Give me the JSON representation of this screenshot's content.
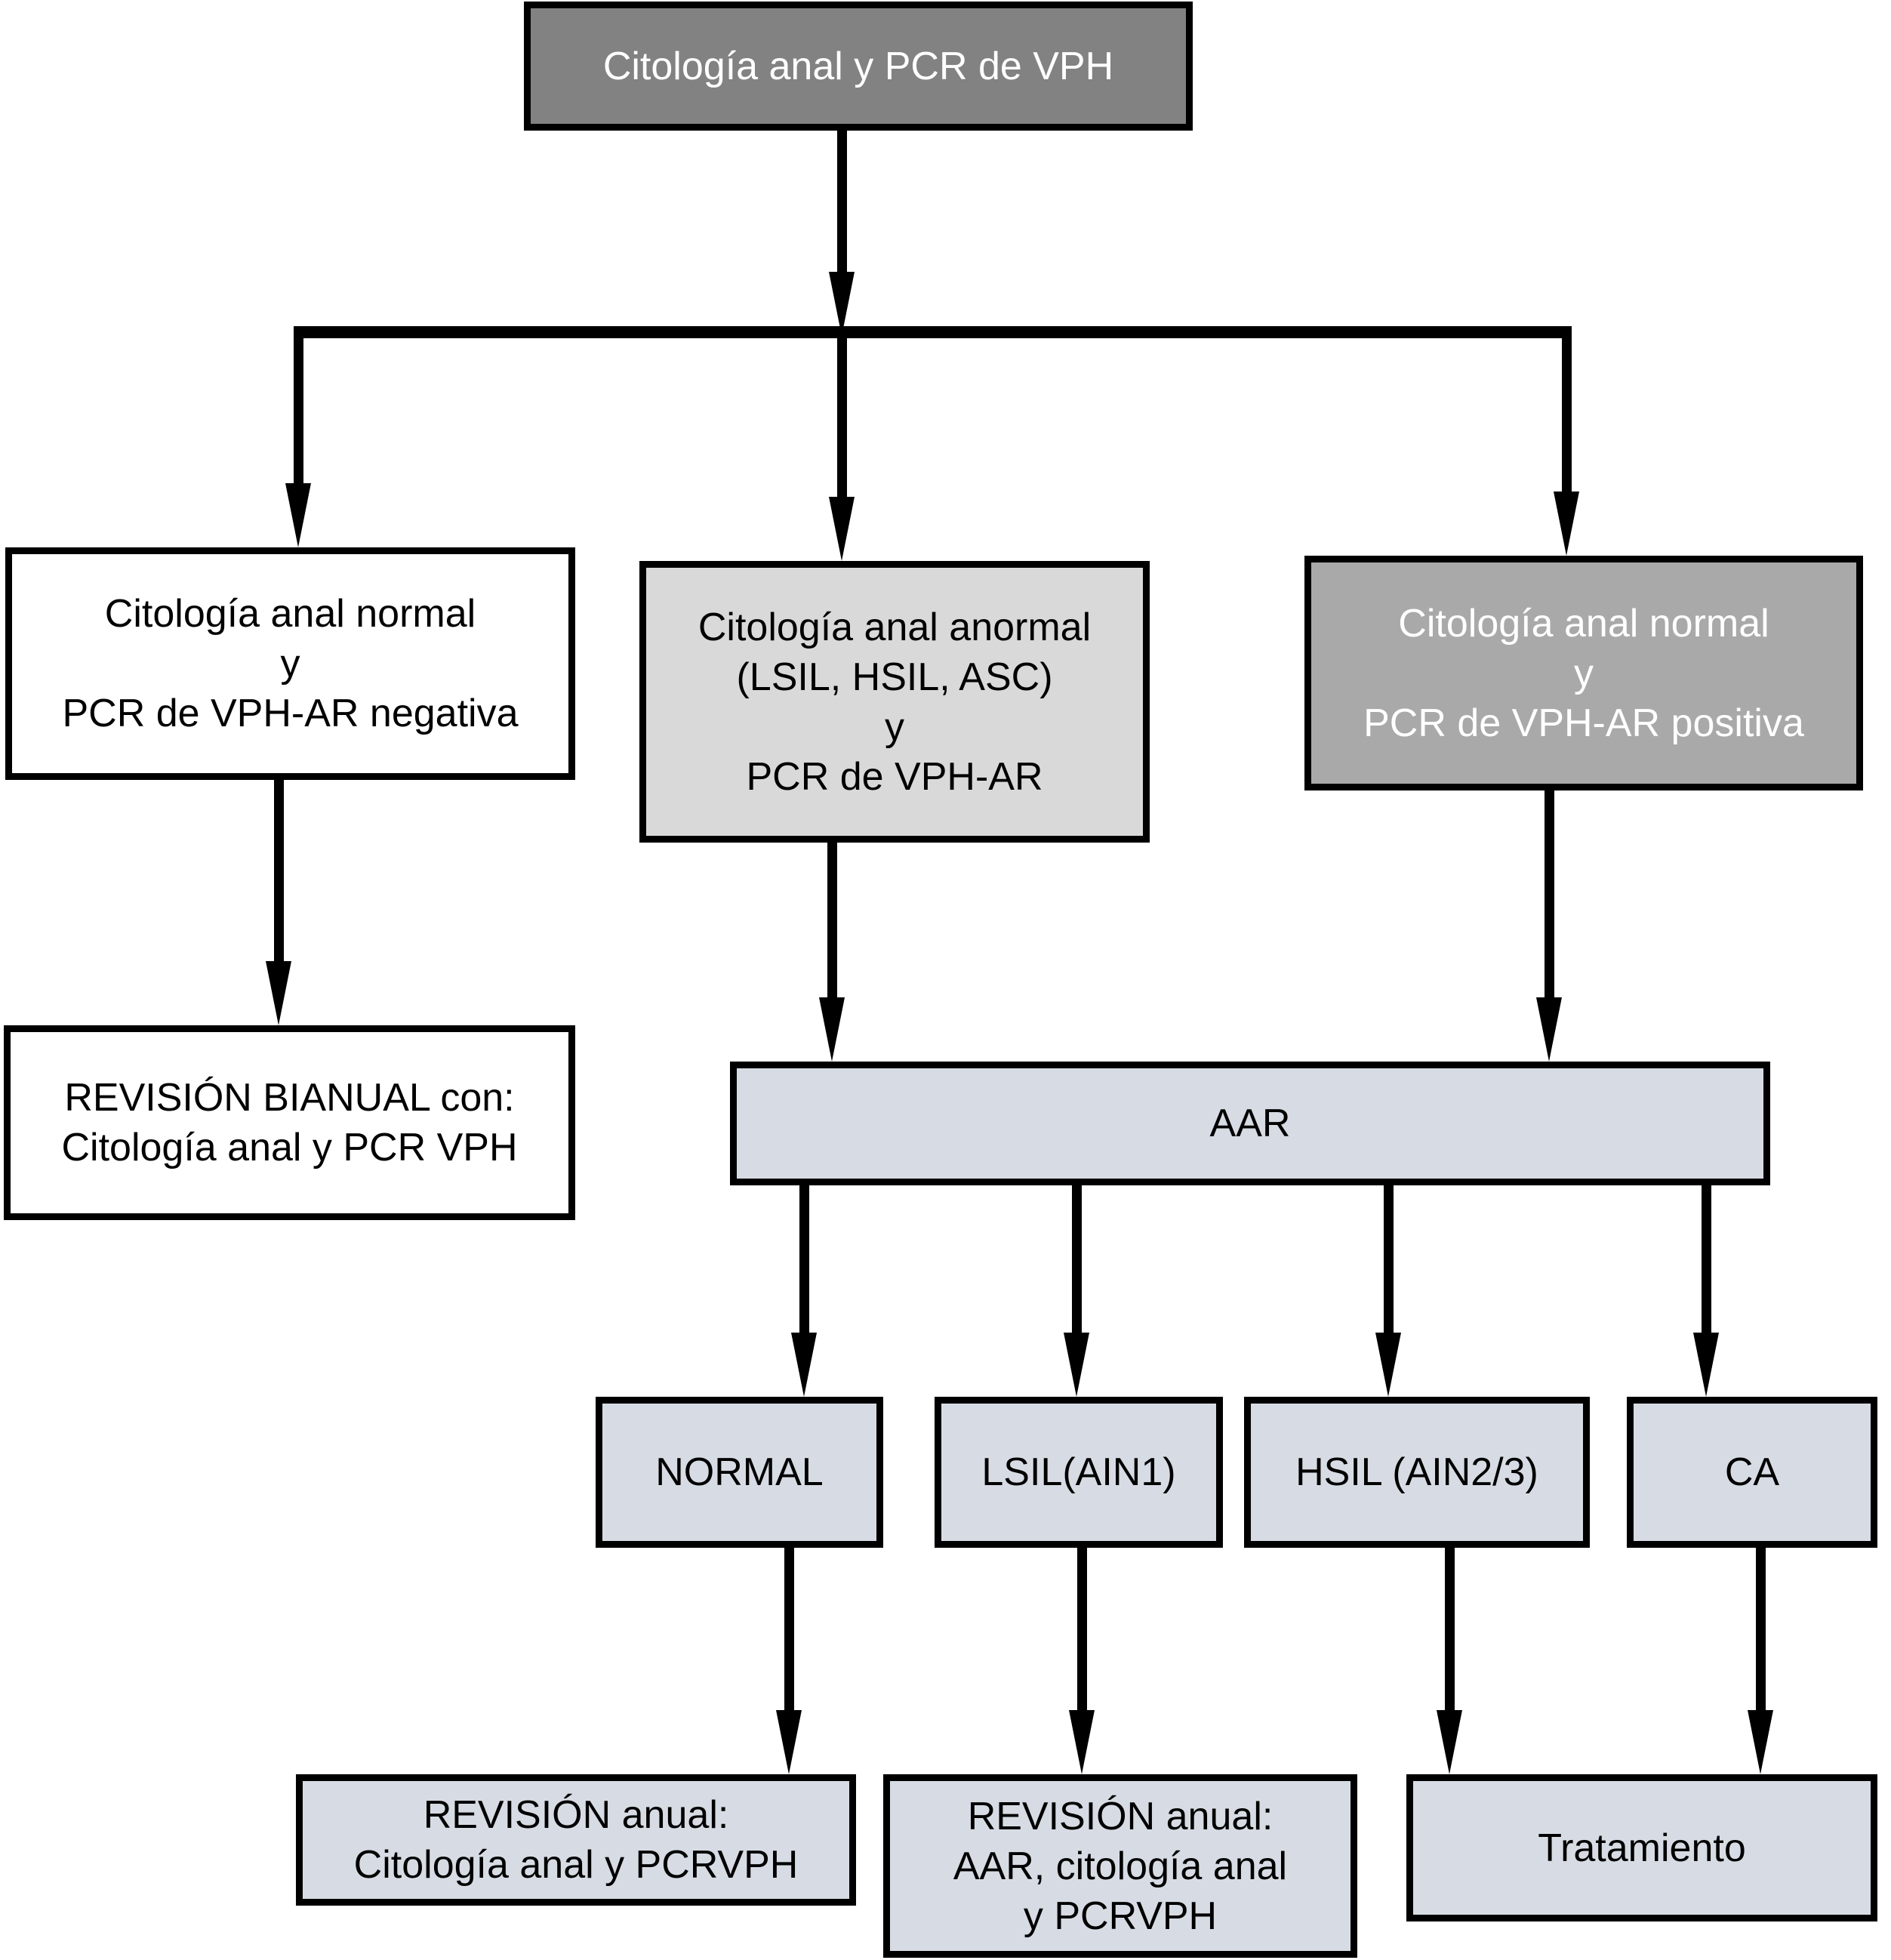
{
  "diagram": {
    "type": "flowchart",
    "language": "es",
    "colors": {
      "node_dark_gray": "#828282",
      "node_medium_gray": "#a9a9a9",
      "node_light_gray": "#d9d9d9",
      "node_blue_gray": "#d7dce4",
      "node_white": "#ffffff",
      "text_black": "#000000",
      "text_white": "#ffffff",
      "connector_black": "#000000"
    },
    "nodes": {
      "root": {
        "lines": [
          "Citología anal y PCR de VPH"
        ],
        "fill": "#828282",
        "text_color": "#ffffff"
      },
      "normal_negative": {
        "lines": [
          "Citología anal normal",
          "y",
          "PCR de VPH-AR negativa"
        ],
        "fill": "#ffffff",
        "text_color": "#000000"
      },
      "abnormal": {
        "lines": [
          "Citología anal anormal",
          "(LSIL, HSIL, ASC)",
          "y",
          "PCR de VPH-AR"
        ],
        "fill": "#d9d9d9",
        "text_color": "#000000"
      },
      "normal_positive": {
        "lines": [
          "Citología anal normal",
          "y",
          "PCR de VPH-AR positiva"
        ],
        "fill": "#a9a9a9",
        "text_color": "#ffffff"
      },
      "biannual_review": {
        "lines": [
          "REVISIÓN BIANUAL con:",
          "Citología anal y PCR VPH"
        ],
        "fill": "#ffffff",
        "text_color": "#000000"
      },
      "aar": {
        "lines": [
          "AAR"
        ],
        "fill": "#d7dce4",
        "text_color": "#000000"
      },
      "result_normal": {
        "lines": [
          "NORMAL"
        ],
        "fill": "#d7dce4",
        "text_color": "#000000"
      },
      "result_lsil": {
        "lines": [
          "LSIL(AIN1)"
        ],
        "fill": "#d7dce4",
        "text_color": "#000000"
      },
      "result_hsil": {
        "lines": [
          "HSIL (AIN2/3)"
        ],
        "fill": "#d7dce4",
        "text_color": "#000000"
      },
      "result_ca": {
        "lines": [
          "CA"
        ],
        "fill": "#d7dce4",
        "text_color": "#000000"
      },
      "annual_review_cytology": {
        "lines": [
          "REVISIÓN anual:",
          "Citología anal y PCRVPH"
        ],
        "fill": "#d7dce4",
        "text_color": "#000000"
      },
      "annual_review_aar": {
        "lines": [
          "REVISIÓN anual:",
          "AAR, citología anal",
          "y PCRVPH"
        ],
        "fill": "#d7dce4",
        "text_color": "#000000"
      },
      "treatment": {
        "lines": [
          "Tratamiento"
        ],
        "fill": "#d7dce4",
        "text_color": "#000000"
      }
    },
    "edges": [
      {
        "from": "root",
        "to": "normal_negative"
      },
      {
        "from": "root",
        "to": "abnormal"
      },
      {
        "from": "root",
        "to": "normal_positive"
      },
      {
        "from": "normal_negative",
        "to": "biannual_review"
      },
      {
        "from": "abnormal",
        "to": "aar"
      },
      {
        "from": "normal_positive",
        "to": "aar"
      },
      {
        "from": "aar",
        "to": "result_normal"
      },
      {
        "from": "aar",
        "to": "result_lsil"
      },
      {
        "from": "aar",
        "to": "result_hsil"
      },
      {
        "from": "aar",
        "to": "result_ca"
      },
      {
        "from": "result_normal",
        "to": "annual_review_cytology"
      },
      {
        "from": "result_lsil",
        "to": "annual_review_aar"
      },
      {
        "from": "result_hsil",
        "to": "treatment"
      },
      {
        "from": "result_ca",
        "to": "treatment"
      }
    ]
  }
}
